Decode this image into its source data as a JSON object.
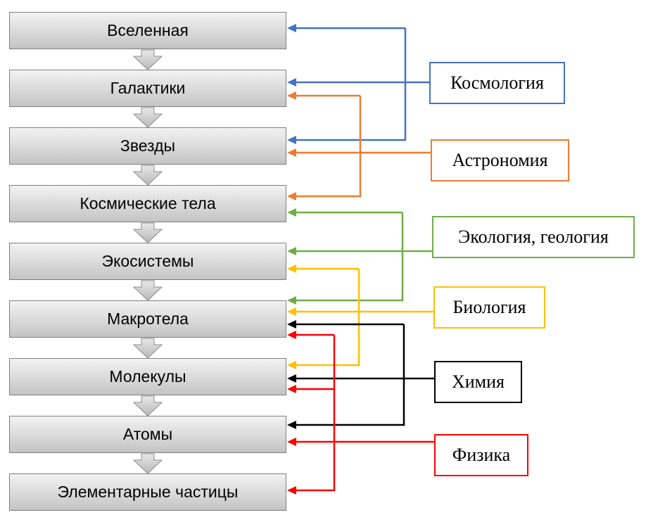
{
  "levels": [
    "Вселенная",
    "Галактики",
    "Звезды",
    "Космические тела",
    "Экосистемы",
    "Макротела",
    "Молекулы",
    "Атомы",
    "Элементарные частицы"
  ],
  "sciences": [
    {
      "label": "Космология",
      "color": "#4472c4"
    },
    {
      "label": "Астрономия",
      "color": "#ed7d31"
    },
    {
      "label": "Экология, геология",
      "color": "#70ad47"
    },
    {
      "label": "Биология",
      "color": "#ffc000"
    },
    {
      "label": "Химия",
      "color": "#000000"
    },
    {
      "label": "Физика",
      "color": "#ff0000"
    }
  ]
}
